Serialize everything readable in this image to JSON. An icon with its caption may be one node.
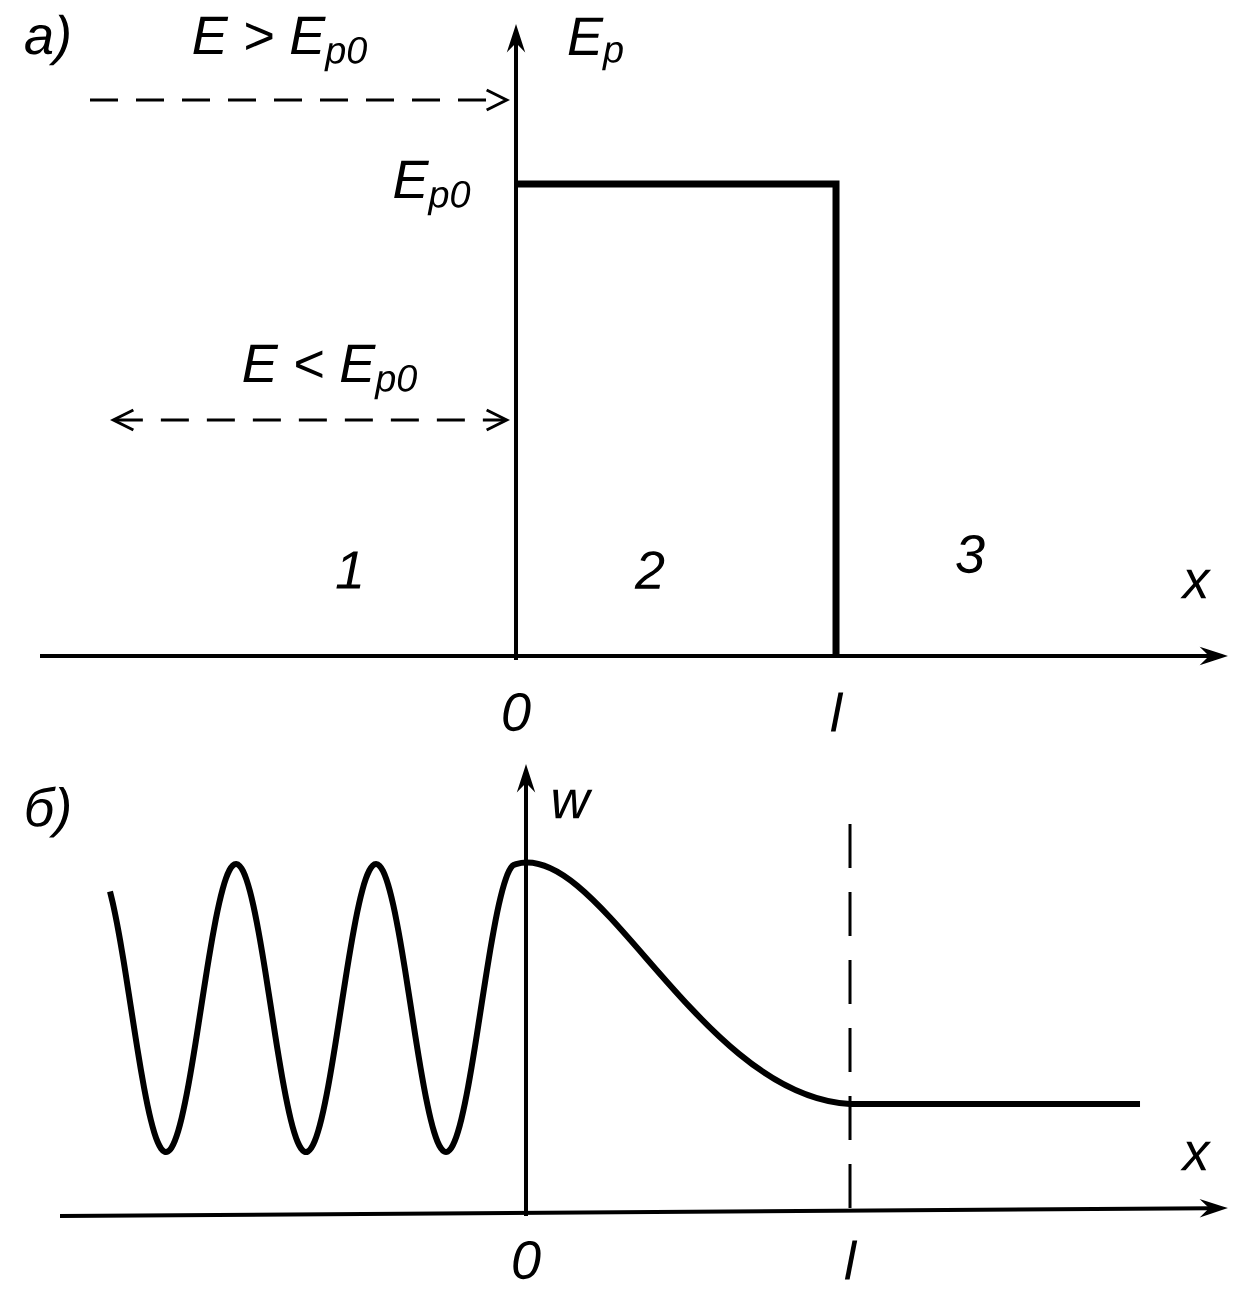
{
  "diagram": {
    "labels": [
      "а)",
      "E > E$_{p0}$",
      "E$_{p}$",
      "E$_{p0}$",
      "E < E$_{p0}$",
      "1",
      "2",
      "3",
      "x",
      "0",
      "l",
      "б)",
      "w",
      "x",
      "0",
      "l"
    ]
  }
}
